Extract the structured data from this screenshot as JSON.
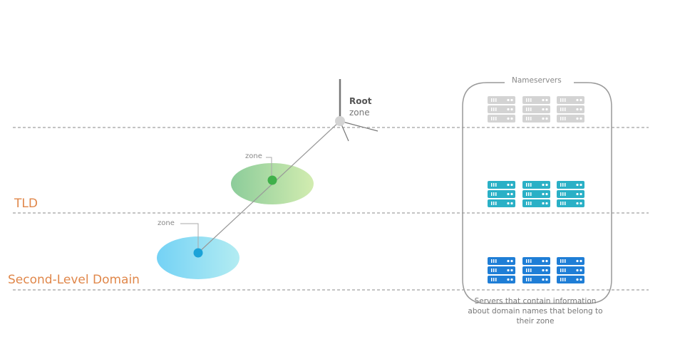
{
  "layers": {
    "tld": "TLD",
    "second_level": "Second-Level Domain"
  },
  "root": {
    "title": "Root",
    "subtitle": "zone"
  },
  "zones": {
    "tld_zone_label": "zone",
    "sld_zone_label": "zone"
  },
  "nameservers": {
    "title": "Nameservers",
    "caption": "Servers that contain information about domain names that belong to their zone",
    "tiers": [
      {
        "name": "root",
        "color": "#d3d3d3"
      },
      {
        "name": "tld",
        "color": "#2ab0c6"
      },
      {
        "name": "second-level",
        "color": "#1f7ed6"
      }
    ]
  },
  "colors": {
    "layer_label": "#e0874a",
    "tld_zone_fill": "#a8d8a8",
    "sld_zone_fill": "#8fd8f0",
    "connector": "#999999",
    "dashed_line": "#888888"
  }
}
